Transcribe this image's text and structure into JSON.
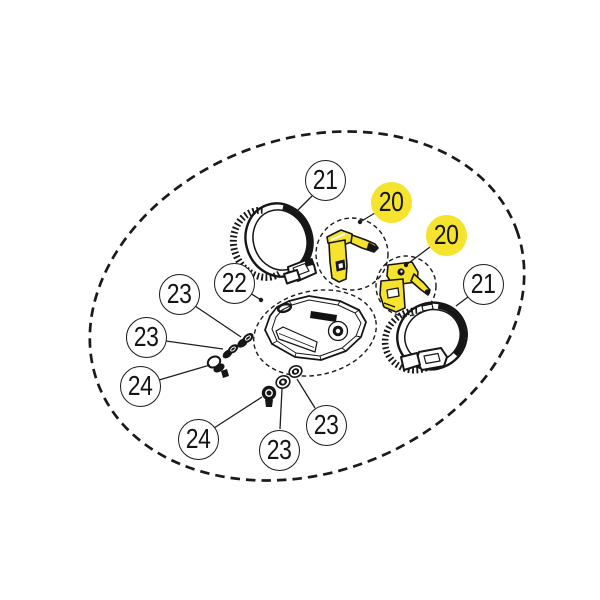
{
  "diagram": {
    "type": "exploded-parts-diagram",
    "colors": {
      "background": "#FFFFFF",
      "line": "#1A1A1A",
      "highlight": "#F5E32E"
    },
    "highlighted_part_number": "20",
    "callouts": [
      {
        "id": "21-left",
        "label": "21",
        "highlighted": false
      },
      {
        "id": "20-left",
        "label": "20",
        "highlighted": true
      },
      {
        "id": "20-right",
        "label": "20",
        "highlighted": true
      },
      {
        "id": "21-right",
        "label": "21",
        "highlighted": false
      },
      {
        "id": "22-center",
        "label": "22",
        "highlighted": false
      },
      {
        "id": "23-upper",
        "label": "23",
        "highlighted": false
      },
      {
        "id": "23-left",
        "label": "23",
        "highlighted": false
      },
      {
        "id": "24-left",
        "label": "24",
        "highlighted": false
      },
      {
        "id": "24-bottom",
        "label": "24",
        "highlighted": false
      },
      {
        "id": "23-bottom-middle",
        "label": "23",
        "highlighted": false
      },
      {
        "id": "23-bottom-right",
        "label": "23",
        "highlighted": false
      }
    ]
  }
}
